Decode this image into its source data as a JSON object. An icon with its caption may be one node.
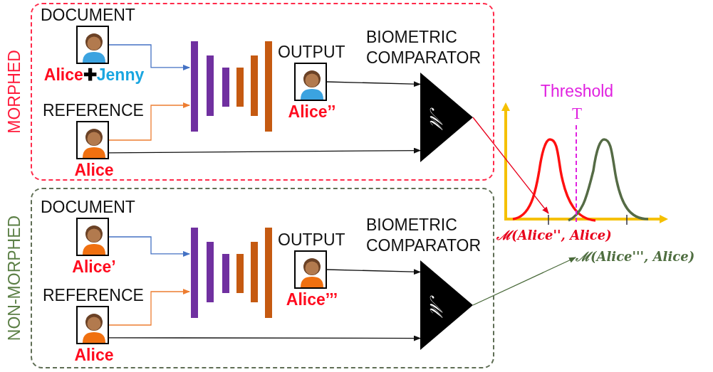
{
  "diagram": {
    "nodes": [
      {
        "text": [
          "MORPHED"
        ]
      },
      {
        "text": [
          "DOCUMENT",
          "Alice",
          "✚",
          "Jenny"
        ],
        "in": 0
      },
      {
        "text": [],
        "shape": "bar",
        "in": 0
      },
      {
        "text": [
          "REFERENCE",
          "Alice"
        ],
        "in": 0
      },
      {
        "text": [
          "OUTPUT",
          "Alice’’"
        ],
        "in": 0
      },
      {
        "text": [
          "BIOMETRIC COMPARATOR",
          "ℳ"
        ],
        "in": 0
      },
      {
        "text": [
          "NON-MORPHED"
        ]
      },
      {
        "text": [
          "DOCUMENT",
          "Alice’"
        ],
        "in": 6
      },
      {
        "text": [],
        "shape": "bar",
        "in": 6
      },
      {
        "text": [
          "REFERENCE",
          "Alice"
        ],
        "in": 6
      },
      {
        "text": [
          "OUTPUT",
          "Alice’’’"
        ],
        "in": 6
      },
      {
        "text": [
          "BIOMETRIC COMPARATOR",
          "ℳ"
        ],
        "in": 6
      },
      {
        "text": [
          "ℳ(Alice'', Alice)"
        ]
      },
      {
        "text": [
          "ℳ(Alice''', Alice)"
        ]
      }
    ],
    "edges": [
      {
        "from": 1,
        "to": 2,
        "arrow": "to",
        "color": "#4472c4"
      },
      {
        "from": 3,
        "to": 2,
        "arrow": "to",
        "color": "#ed7d31"
      },
      {
        "from": 4,
        "to": 5,
        "arrow": "to"
      },
      {
        "from": 3,
        "to": 5,
        "arrow": "to"
      },
      {
        "from": 5,
        "to": 12,
        "arrow": "to",
        "color": "#e8001c"
      },
      {
        "from": 7,
        "to": 8,
        "arrow": "to",
        "color": "#4472c4"
      },
      {
        "from": 9,
        "to": 8,
        "arrow": "to",
        "color": "#ed7d31"
      },
      {
        "from": 10,
        "to": 11,
        "arrow": "to"
      },
      {
        "from": 9,
        "to": 11,
        "arrow": "to"
      },
      {
        "from": 11,
        "to": 13,
        "arrow": "to",
        "color": "#4a6a3a"
      }
    ],
    "labels": [
      "Threshold",
      "T"
    ]
  }
}
